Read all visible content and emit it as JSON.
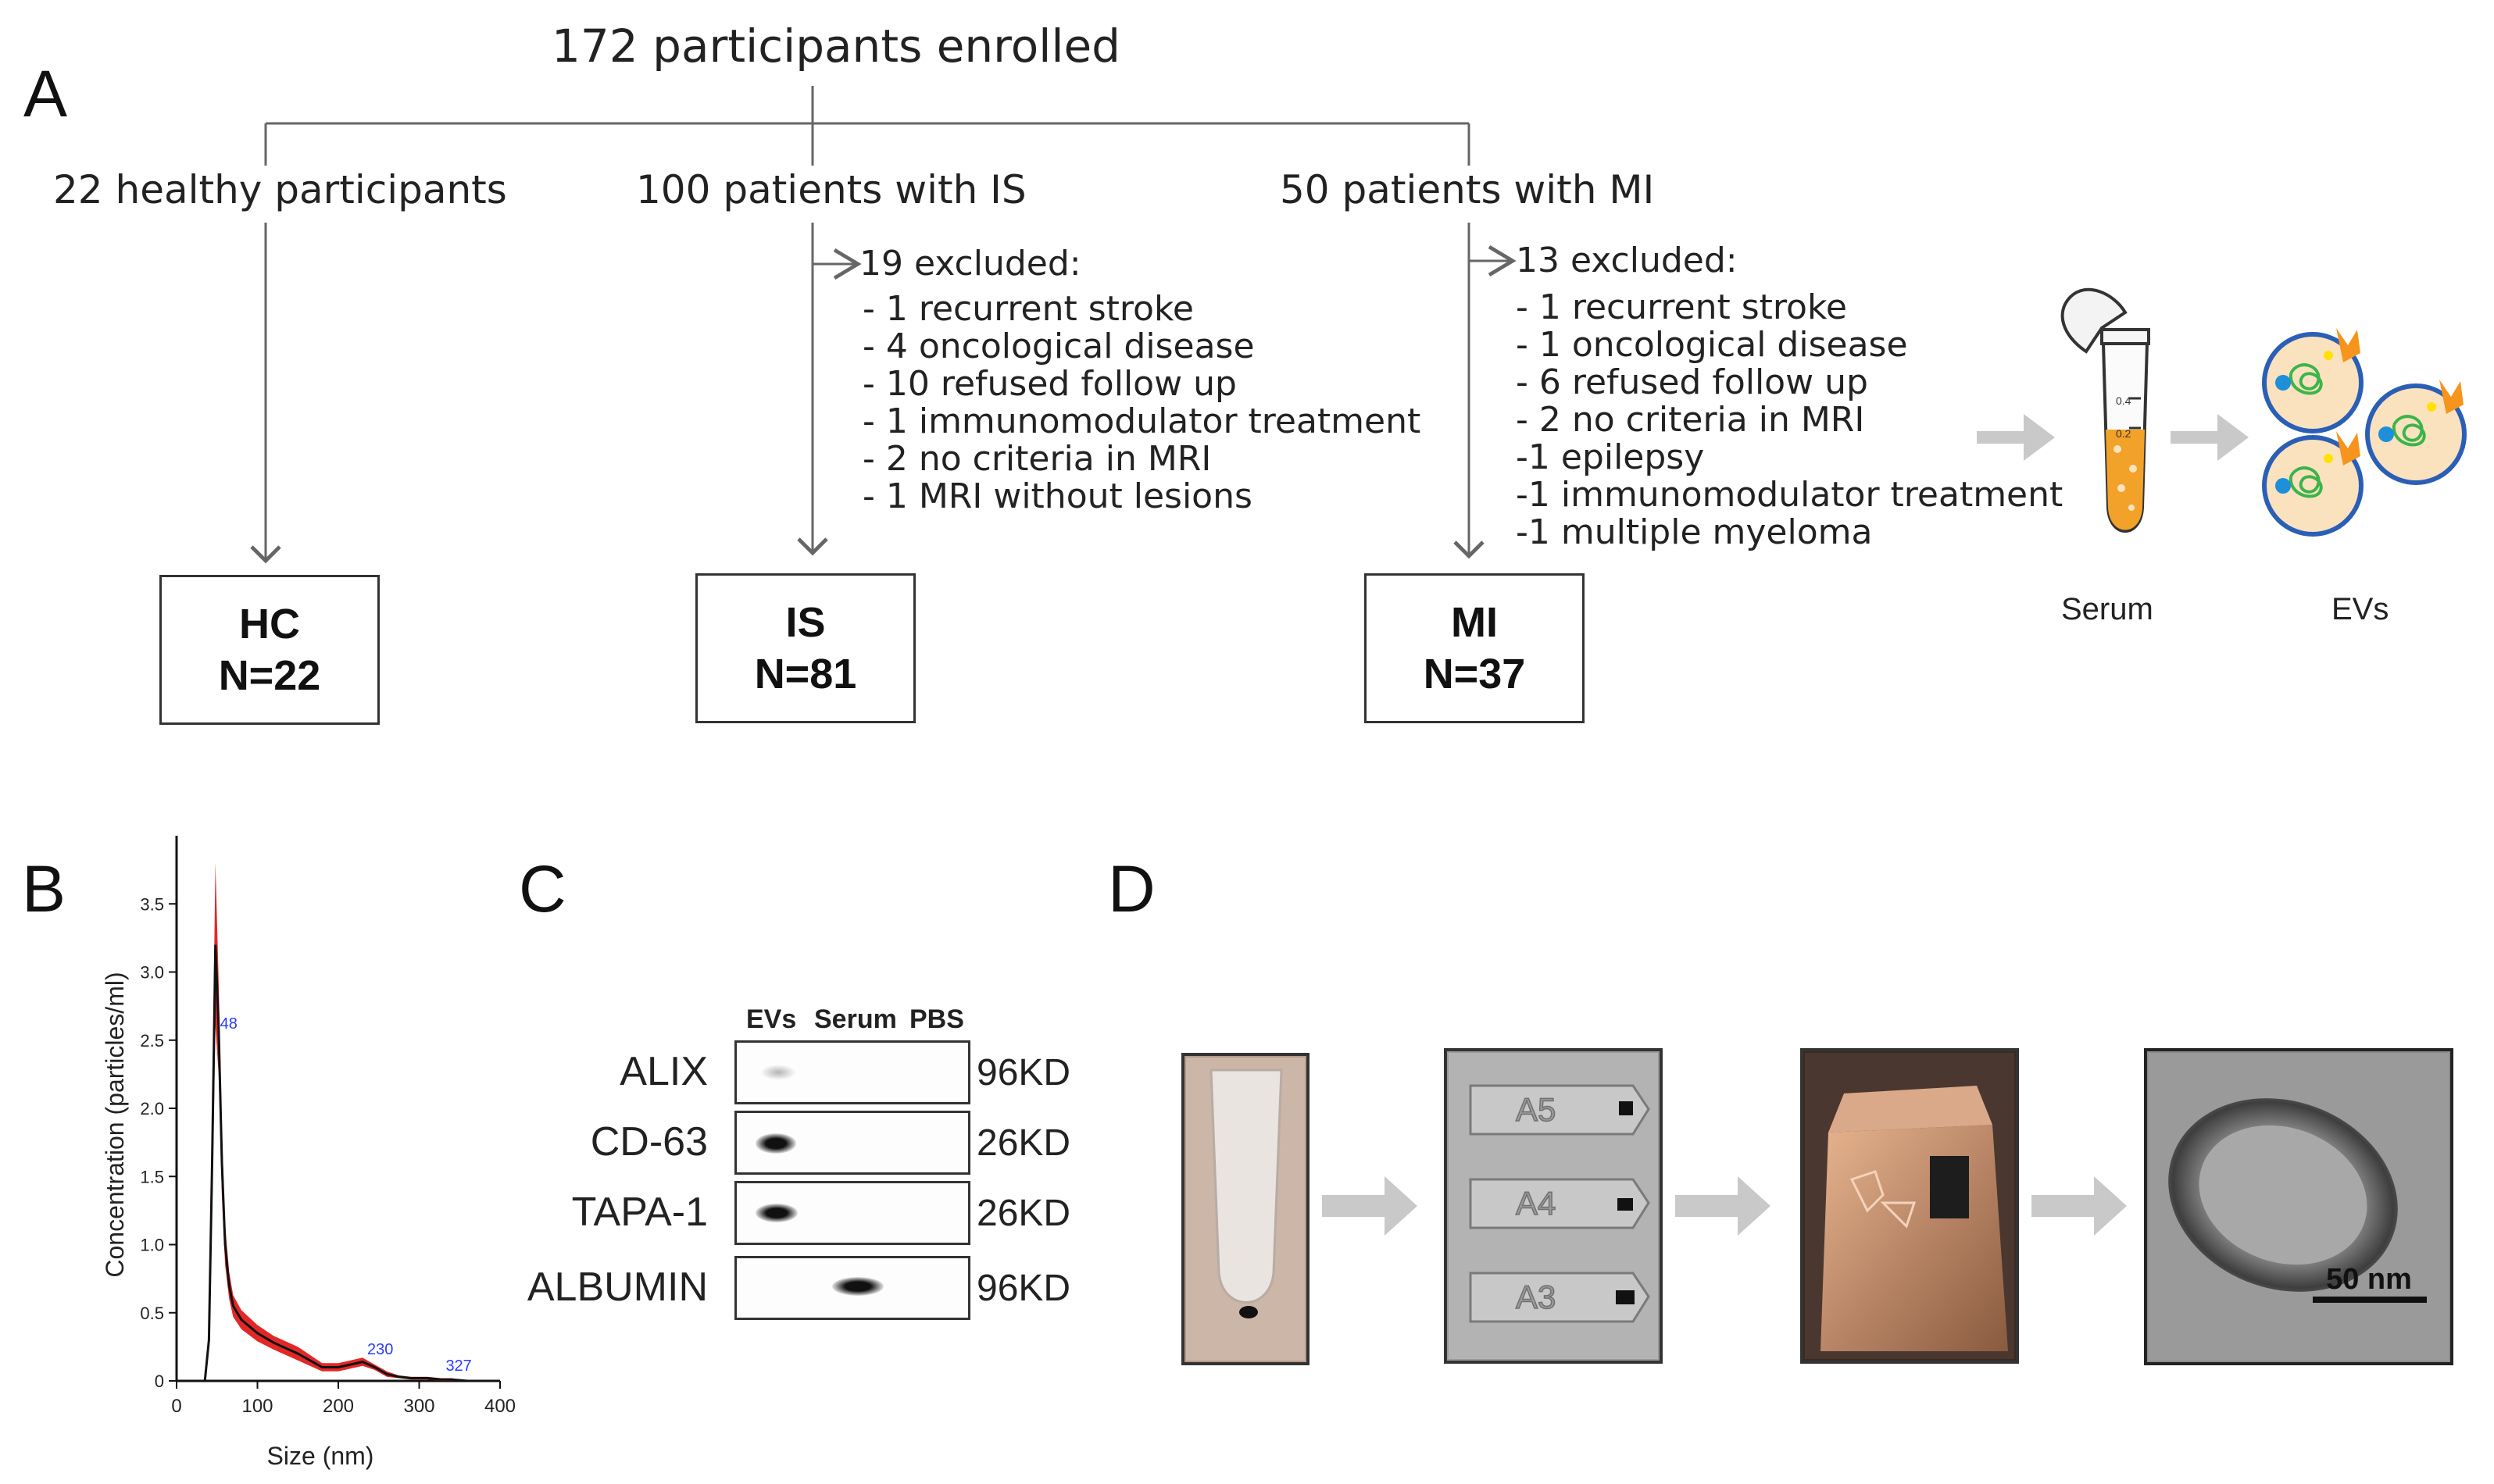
{
  "panels": {
    "a": "A",
    "b": "B",
    "c": "C",
    "d": "D"
  },
  "flowchart": {
    "enrolled": "172 participants enrolled",
    "healthy": "22 healthy participants",
    "is_patients": "100 patients with IS",
    "mi_patients": "50 patients with MI",
    "is_excluded": {
      "title": "19 excluded:",
      "items": [
        "- 1 recurrent stroke",
        "- 4 oncological disease",
        "- 10 refused follow up",
        "- 1 immunomodulator treatment",
        "- 2 no criteria in MRI",
        "- 1 MRI without lesions"
      ]
    },
    "mi_excluded": {
      "title": "13 excluded:",
      "items": [
        "- 1 recurrent stroke",
        "- 1 oncological disease",
        "- 6 refused follow up",
        "- 2 no criteria in MRI",
        "-1 epilepsy",
        "-1 immunomodulator treatment",
        "-1 multiple myeloma"
      ]
    },
    "groups": [
      {
        "name": "HC",
        "n": "N=22"
      },
      {
        "name": "IS",
        "n": "N=81"
      },
      {
        "name": "MI",
        "n": "N=37"
      }
    ],
    "serum_label": "Serum",
    "evs_label": "EVs",
    "tube_marks": [
      "0.4",
      "0.2"
    ]
  },
  "chart_data": {
    "type": "line",
    "xlabel": "Size (nm)",
    "ylabel": "Concentration (particles/ml)",
    "xlim": [
      0,
      400
    ],
    "ylim": [
      0,
      4
    ],
    "xticks": [
      "0",
      "100",
      "200",
      "300",
      "400"
    ],
    "yticks": [
      "0",
      "0.5",
      "1.0",
      "1.5",
      "2.0",
      "2.5",
      "3.0",
      "3.5"
    ],
    "series": [
      {
        "x": [
          0,
          35,
          40,
          44,
          48,
          52,
          56,
          60,
          65,
          70,
          80,
          100,
          120,
          150,
          180,
          200,
          215,
          230,
          245,
          260,
          275,
          290,
          310,
          327,
          340,
          360,
          400
        ],
        "y": [
          0,
          0,
          0.3,
          1.6,
          3.2,
          2.6,
          1.6,
          1.0,
          0.7,
          0.55,
          0.45,
          0.35,
          0.28,
          0.2,
          0.1,
          0.1,
          0.12,
          0.14,
          0.1,
          0.05,
          0.03,
          0.02,
          0.02,
          0.01,
          0.01,
          0,
          0
        ],
        "band": [
          0,
          0,
          0.05,
          0.4,
          0.6,
          0.35,
          0.25,
          0.15,
          0.1,
          0.08,
          0.07,
          0.06,
          0.05,
          0.05,
          0.03,
          0.03,
          0.03,
          0.03,
          0.02,
          0.02,
          0.01,
          0.01,
          0.01,
          0.01,
          0.01,
          0,
          0
        ]
      }
    ],
    "peak_labels": [
      {
        "x": 48,
        "y": 2.55,
        "text": "48"
      },
      {
        "x": 230,
        "y": 0.16,
        "text": "230"
      },
      {
        "x": 327,
        "y": 0.04,
        "text": "327"
      }
    ],
    "colors": {
      "line": "#111111",
      "band": "#e01010",
      "peak_label": "#2b3bff"
    }
  },
  "western_blot": {
    "lanes": [
      "EVs",
      "Serum",
      "PBS"
    ],
    "rows": [
      {
        "protein": "ALIX",
        "size": "96KD"
      },
      {
        "protein": "CD-63",
        "size": "26KD"
      },
      {
        "protein": "TAPA-1",
        "size": "26KD"
      },
      {
        "protein": "ALBUMIN",
        "size": "96KD"
      }
    ]
  },
  "tem_workflow": {
    "grid_labels": [
      "A5",
      "A4",
      "A3"
    ],
    "scale_bar": "50 nm"
  }
}
